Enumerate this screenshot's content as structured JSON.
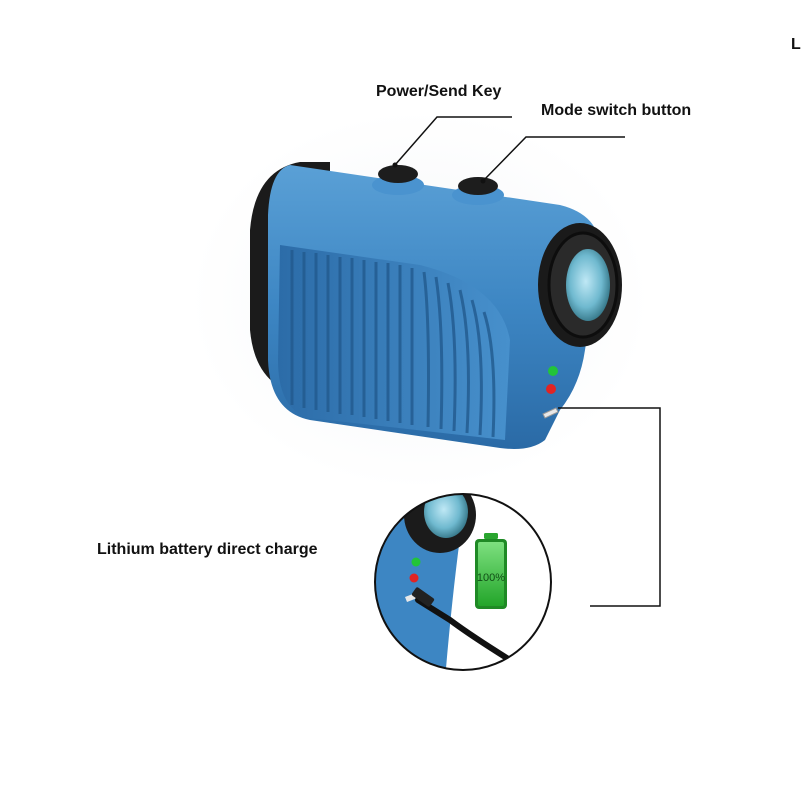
{
  "labels": {
    "power_key": "Power/Send Key",
    "mode_button": "Mode switch button",
    "battery_charge": "Lithium battery direct charge",
    "corner_letter": "L",
    "battery_level": "100%"
  },
  "colors": {
    "body_blue": "#3f87c4",
    "body_dark_blue": "#2b6499",
    "rubber_black": "#1b1b1b",
    "led_green": "#22c43a",
    "led_red": "#e02424",
    "battery_green": "#36c23a",
    "callout_line": "#111111"
  },
  "battery": {
    "level_percent": 100
  }
}
